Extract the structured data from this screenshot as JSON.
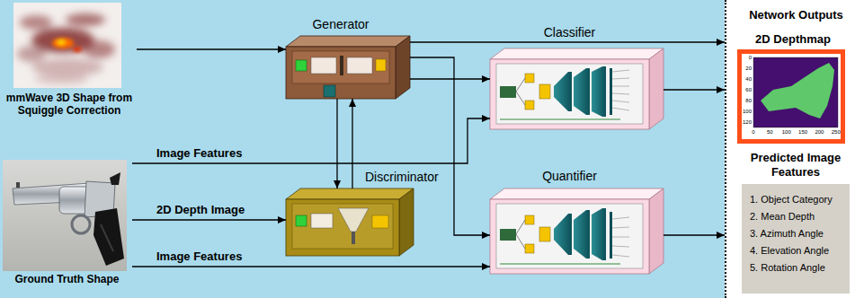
{
  "diagram": {
    "nodes": [
      {
        "text": [
          "mmWave 3D Shape from Squiggle Correction"
        ]
      },
      {
        "text": [
          "Ground Truth Shape"
        ]
      },
      {
        "text": [
          "Generator"
        ]
      },
      {
        "text": [
          "Discriminator"
        ]
      },
      {
        "text": [
          "Classifier"
        ]
      },
      {
        "text": [
          "Quantifier"
        ]
      },
      {
        "text": [
          "Network Outputs"
        ]
      },
      {
        "text": [
          "2D Depthmap"
        ],
        "in": 6
      },
      {
        "text": [
          "Predicted Image Features",
          "1. Object Category",
          "2. Mean Depth",
          "3. Azimuth Angle",
          "4. Elevation Angle",
          "5. Rotation Angle"
        ],
        "in": 6
      }
    ],
    "edges": [
      {
        "from": 0,
        "to": 2,
        "arrow": "to"
      },
      {
        "from": 2,
        "to": 6,
        "arrow": "to"
      },
      {
        "from": 2,
        "to": 4,
        "arrow": "to"
      },
      {
        "from": 2,
        "to": 5,
        "arrow": "to"
      },
      {
        "from": 2,
        "to": 3,
        "arrow": "to"
      },
      {
        "from": 3,
        "to": 2,
        "arrow": "to"
      },
      {
        "from": 1,
        "to": 4,
        "label": "Image Features",
        "arrow": "to"
      },
      {
        "from": 1,
        "to": 3,
        "label": "2D Depth Image",
        "arrow": "to"
      },
      {
        "from": 1,
        "to": 5,
        "label": "Image Features",
        "arrow": "to"
      },
      {
        "from": 4,
        "to": 6,
        "arrow": "to"
      },
      {
        "from": 5,
        "to": 6,
        "arrow": "to"
      }
    ],
    "labels": [
      "0",
      "20",
      "40",
      "60",
      "80",
      "100",
      "120",
      "0",
      "50",
      "100",
      "150",
      "200",
      "250"
    ]
  }
}
